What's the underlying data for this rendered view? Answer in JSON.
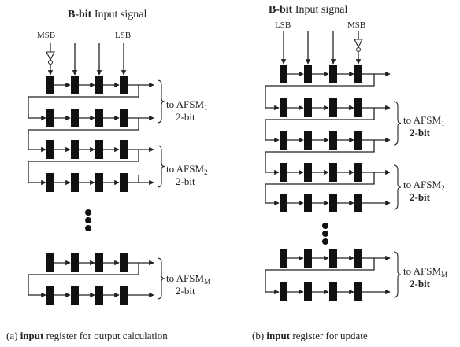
{
  "panel_a": {
    "title_bold": "B-bit",
    "title_rest": " Input signal",
    "msb_label": "MSB",
    "lsb_label": "LSB",
    "groups": [
      {
        "to": "to AFSM",
        "sub": "1",
        "bits": "2-bit"
      },
      {
        "to": "to AFSM",
        "sub": "2",
        "bits": "2-bit"
      },
      {
        "to": "to AFSM",
        "sub": "M",
        "bits": "2-bit"
      }
    ],
    "caption_prefix": "(a) ",
    "caption_bold": "input",
    "caption_rest": " register for output calculation"
  },
  "panel_b": {
    "title_bold": "B-bit",
    "title_rest": " Input signal",
    "lsb_label": "LSB",
    "msb_label": "MSB",
    "groups": [
      {
        "to": "to AFSM",
        "sub": "1",
        "bits": "2-bit"
      },
      {
        "to": "to AFSM",
        "sub": "2",
        "bits": "2-bit"
      },
      {
        "to": "to AFSM",
        "sub": "M",
        "bits": "2-bit"
      }
    ],
    "caption_prefix": "(b) ",
    "caption_bold": "input",
    "caption_rest": " register for update"
  }
}
